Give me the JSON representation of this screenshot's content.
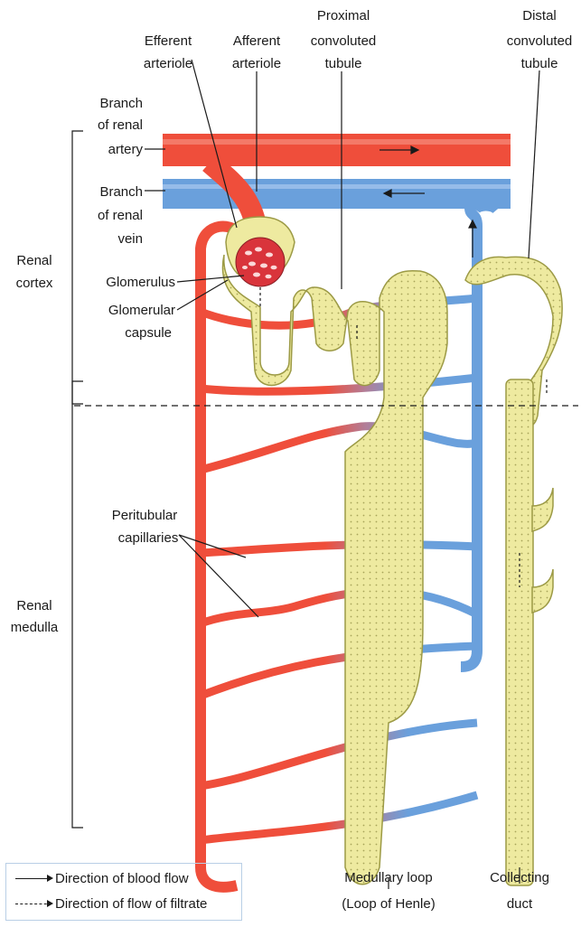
{
  "labels": {
    "proximal": [
      "Proximal",
      "convoluted",
      "tubule"
    ],
    "distal": [
      "Distal",
      "convoluted",
      "tubule"
    ],
    "efferent": [
      "Efferent",
      "arteriole"
    ],
    "afferent": [
      "Afferent",
      "arteriole"
    ],
    "branch_artery": [
      "Branch",
      "of renal",
      "artery"
    ],
    "branch_vein": [
      "Branch",
      "of renal",
      "vein"
    ],
    "renal_cortex": [
      "Renal",
      "cortex"
    ],
    "glomerulus": "Glomerulus",
    "glomerular_capsule": [
      "Glomerular",
      "capsule"
    ],
    "peritubular": [
      "Peritubular",
      "capillaries"
    ],
    "renal_medulla": [
      "Renal",
      "medulla"
    ],
    "medullary_loop": [
      "Medullary loop",
      "(Loop of Henle)"
    ],
    "collecting_duct": [
      "Collecting",
      "duct"
    ]
  },
  "legend": {
    "blood_flow": "Direction of blood flow",
    "filtrate_flow": "Direction of flow of filtrate"
  },
  "colors": {
    "artery": "#ef4e3b",
    "vein": "#6aa0dc",
    "tubule": "#eeeaa0",
    "tubule_outline": "#9c9a45",
    "text": "#1a1a1a"
  }
}
